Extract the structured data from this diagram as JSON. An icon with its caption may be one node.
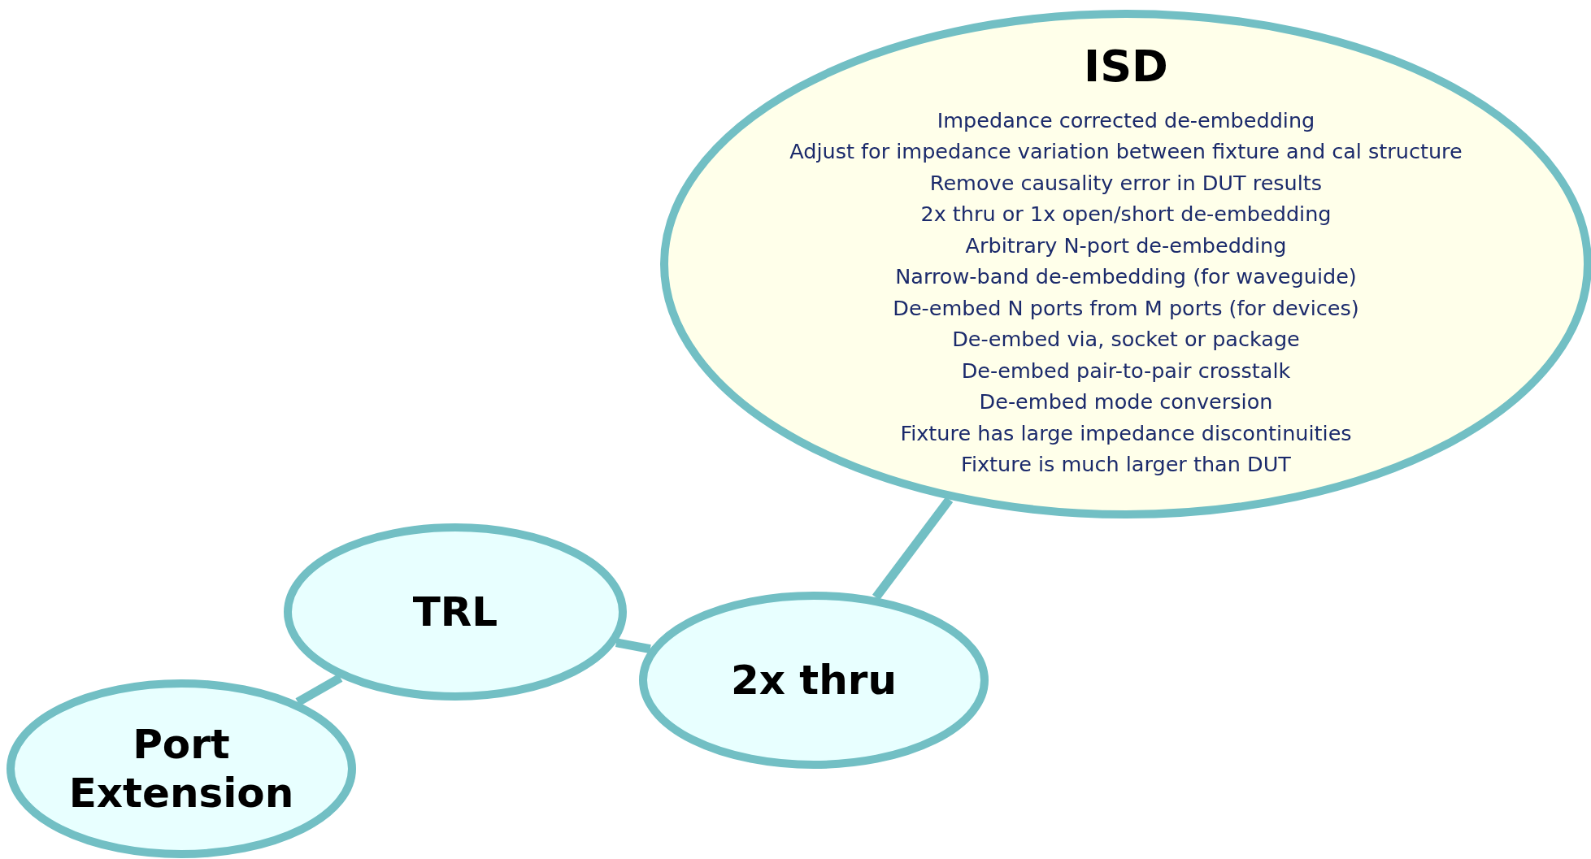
{
  "diagram": {
    "nodes": [
      {
        "text": [
          "ISD",
          "Impedance corrected de-embedding",
          "Adjust for impedance variation between fixture and cal structure",
          "Remove causality error in DUT results",
          "2x thru or 1x open/short de-embedding",
          "Arbitrary N-port de-embedding",
          "Narrow-band de-embedding (for waveguide)",
          "De-embed N ports from M ports (for devices)",
          "De-embed via, socket or package",
          "De-embed pair-to-pair crosstalk",
          "De-embed mode conversion",
          "Fixture has large impedance discontinuities",
          "Fixture is much larger than DUT"
        ]
      },
      {
        "text": [
          "TRL"
        ]
      },
      {
        "text": [
          "2x thru"
        ]
      },
      {
        "text": [
          "Port Extension"
        ]
      }
    ],
    "edges": [
      {
        "from": 0,
        "to": 2,
        "arrow": "none"
      },
      {
        "from": 1,
        "to": 2,
        "arrow": "none"
      },
      {
        "from": 1,
        "to": 3,
        "arrow": "none"
      }
    ]
  }
}
